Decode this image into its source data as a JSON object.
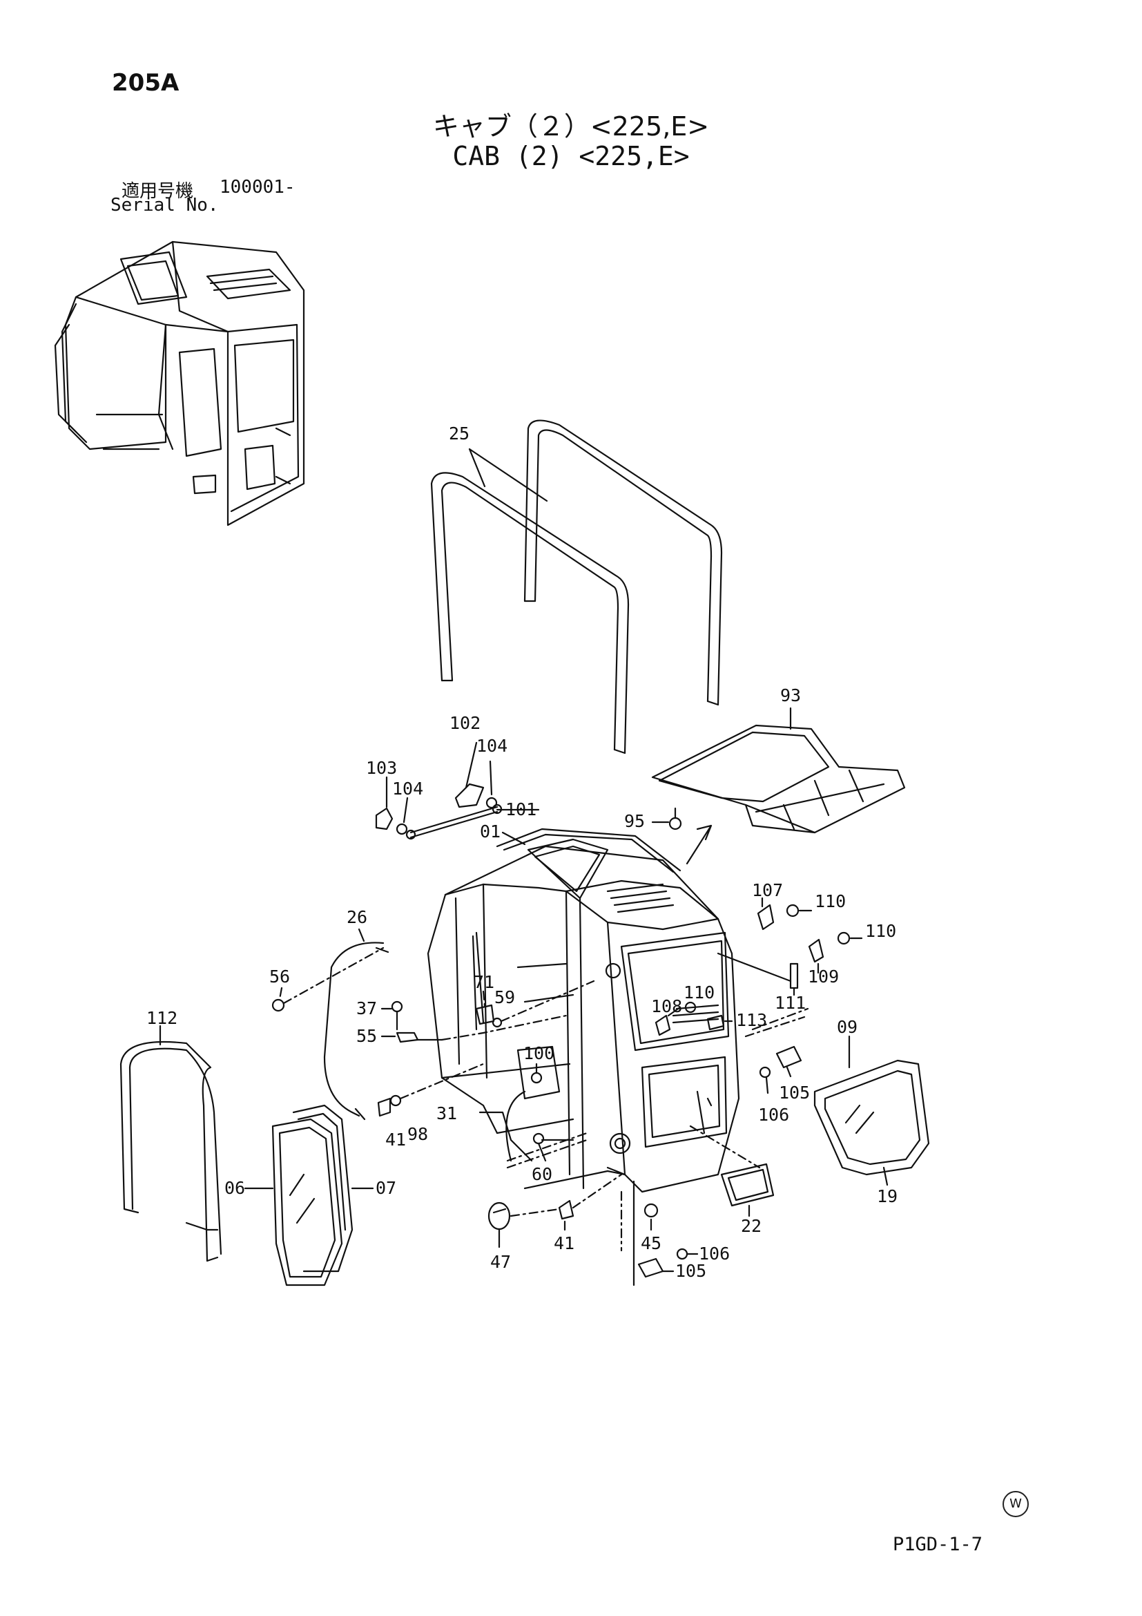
{
  "header": {
    "page_id": "205A",
    "title_jp": "キャブ（２）<225,E>",
    "title_en": "CAB (2) <225,E>",
    "serial_label_jp": "適用号機",
    "serial_value": "100001-",
    "serial_label_en": "Serial No."
  },
  "footer": {
    "code": "P1GD-1-7",
    "mark": "W"
  },
  "callouts": {
    "c25": "25",
    "c93": "93",
    "c102": "102",
    "c104a": "104",
    "c103": "103",
    "c104b": "104",
    "c101": "101",
    "c95": "95",
    "c01": "01",
    "c107": "107",
    "c110a": "110",
    "c110b": "110",
    "c109": "109",
    "c26": "26",
    "c56": "56",
    "c71": "71",
    "c59": "59",
    "c110c": "110",
    "c108": "108",
    "c111": "111",
    "c113": "113",
    "c37": "37",
    "c55": "55",
    "c112": "112",
    "c100": "100",
    "c09": "09",
    "c105a": "105",
    "c106a": "106",
    "c31": "31",
    "c41a": "41",
    "c98": "98",
    "c60": "60",
    "c06": "06",
    "c07": "07",
    "c22": "22",
    "c19": "19",
    "c45": "45",
    "c41b": "41",
    "c106b": "106",
    "c105b": "105",
    "c47": "47"
  }
}
